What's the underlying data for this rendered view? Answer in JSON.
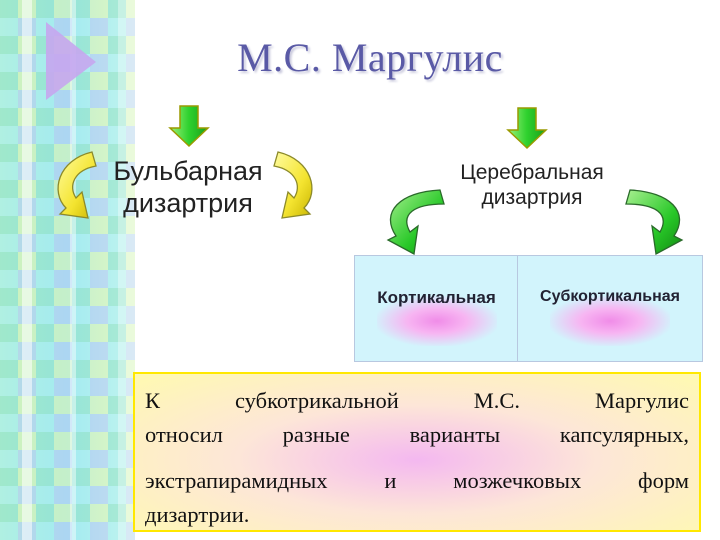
{
  "title": "М.С. Маргулис",
  "bulbar": {
    "line1": "Бульбарная",
    "line2": "дизартрия"
  },
  "cerebral": {
    "line1": "Церебральная",
    "line2": "дизартрия"
  },
  "boxes": {
    "cortical": "Кортикальная",
    "subcortical": "Субкортикальная"
  },
  "note": {
    "line1": "К субкотрикальной М.С. Маргулис",
    "line2": "относил разные варианты капсулярных,",
    "line3": "экстрапирамидных и мозжечковых форм",
    "line4": "дизартрии."
  },
  "colors": {
    "title": "#5a5aa6",
    "down_arrow": "#33cc33",
    "curved_yellow": "#ffee33",
    "curved_green": "#22cc22",
    "box_fill": "#d2f4fc",
    "note_border": "#ffe800"
  }
}
